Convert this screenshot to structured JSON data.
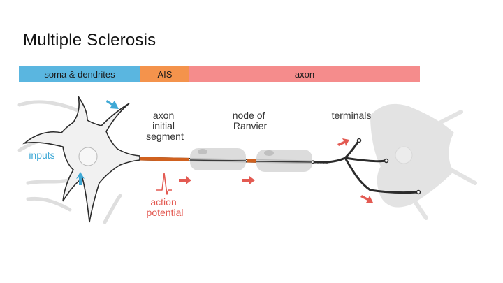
{
  "slide": {
    "title": "Multiple Sclerosis"
  },
  "diagram": {
    "bands": {
      "soma": "soma & dendrites",
      "ais": "AIS",
      "axon": "axon"
    },
    "labels": {
      "axon_initial_segment": [
        "axon",
        "initial",
        "segment"
      ],
      "node_of_ranvier": [
        "node of",
        "Ranvier"
      ],
      "terminals": "terminals",
      "inputs": "inputs",
      "action_potential": [
        "action",
        "potential"
      ]
    },
    "colors": {
      "soma_band": "#5ab6e0",
      "ais_band": "#f4934c",
      "axon_band": "#f58c8c",
      "input_arrow": "#3fa9d6",
      "output_arrow": "#e35a52",
      "ais_segment": "#d0611f"
    }
  }
}
